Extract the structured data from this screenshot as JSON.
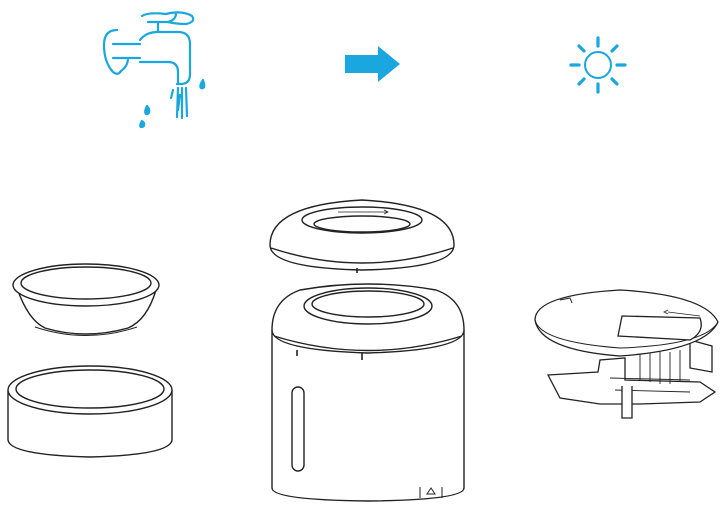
{
  "steps": [
    {
      "id": "rinse",
      "icon": "faucet-icon"
    },
    {
      "id": "then",
      "icon": "arrow-right-icon"
    },
    {
      "id": "dry",
      "icon": "sun-icon"
    }
  ],
  "parts": [
    {
      "id": "bowl",
      "icon": "food-bowl-icon"
    },
    {
      "id": "bowl-base",
      "icon": "bowl-base-icon"
    },
    {
      "id": "lid",
      "icon": "fountain-lid-icon"
    },
    {
      "id": "tank",
      "icon": "water-tank-icon"
    },
    {
      "id": "pump-assembly",
      "icon": "pump-cover-icon"
    }
  ],
  "colors": {
    "accent": "#1aa7e0",
    "line": "#222222",
    "fill": "#ffffff",
    "shade": "#e9e9e9"
  }
}
